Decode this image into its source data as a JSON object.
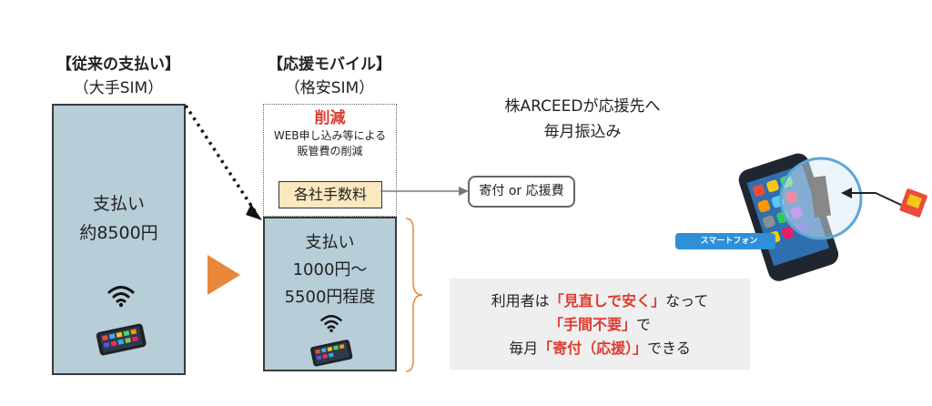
{
  "left": {
    "heading": "【従来の支払い】",
    "subheading": "（大手SIM）",
    "box_line1": "支払い",
    "box_line2": "約8500円"
  },
  "middle": {
    "heading": "【応援モバイル】",
    "subheading": "（格安SIM）",
    "cut_title": "削減",
    "cut_line1": "WEB申し込み等による",
    "cut_line2": "販管費の削減",
    "fee_label": "各社手数料",
    "box_line1": "支払い",
    "box_line2": "1000円～",
    "box_line3": "5500円程度"
  },
  "donation_pill": "寄付 or 応援費",
  "transfer": {
    "line1": "株ARCEEDが応援先へ",
    "line2": "毎月振込み"
  },
  "smartphone_label": "スマートフォン",
  "note": {
    "l1_pre": "利用者は",
    "l1_hl": "「見直しで安く」",
    "l1_post": "なって",
    "l2_hl": "「手間不要」",
    "l2_post": "で",
    "l3_pre": "毎月",
    "l3_hl": "「寄付（応援）」",
    "l3_post": "できる"
  },
  "colors": {
    "box_fill": "#b7cdd8",
    "accent_red": "#e03a2f",
    "arrow_orange": "#e8873a",
    "fee_fill": "#fbe8bf",
    "note_fill": "#efefef"
  }
}
